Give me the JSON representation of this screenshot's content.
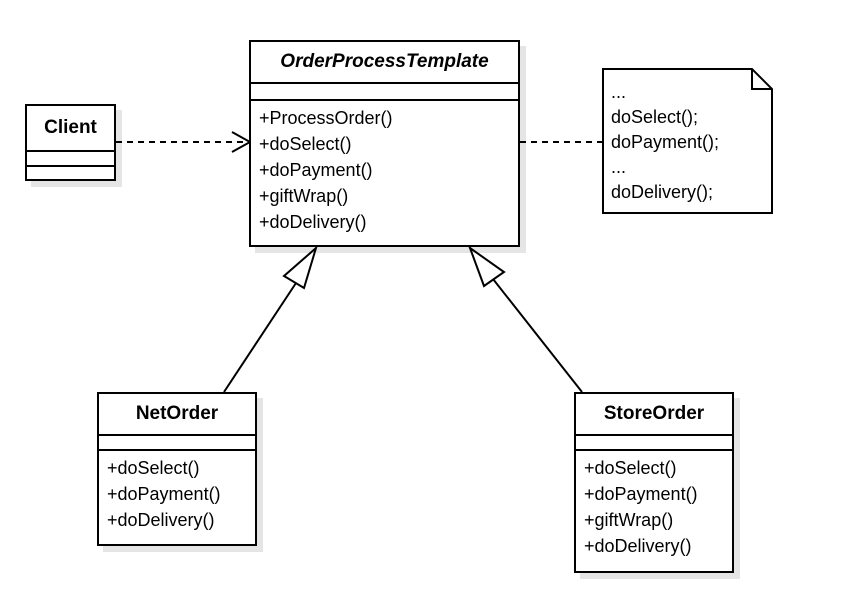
{
  "diagram": {
    "classes": {
      "order_process_template": {
        "name": "OrderProcessTemplate",
        "operations": [
          "+ProcessOrder()",
          "+doSelect()",
          "+doPayment()",
          "+giftWrap()",
          "+doDelivery()"
        ]
      },
      "client": {
        "name": "Client",
        "operations": []
      },
      "net_order": {
        "name": "NetOrder",
        "operations": [
          "+doSelect()",
          "+doPayment()",
          "+doDelivery()"
        ]
      },
      "store_order": {
        "name": "StoreOrder",
        "operations": [
          "+doSelect()",
          "+doPayment()",
          "+giftWrap()",
          "+doDelivery()"
        ]
      }
    },
    "note": {
      "lines": [
        "...",
        "doSelect();",
        "doPayment();",
        "...",
        "doDelivery();"
      ]
    },
    "relations": [
      {
        "type": "dependency",
        "from": "Client",
        "to": "OrderProcessTemplate"
      },
      {
        "type": "generalization",
        "from": "NetOrder",
        "to": "OrderProcessTemplate"
      },
      {
        "type": "generalization",
        "from": "StoreOrder",
        "to": "OrderProcessTemplate"
      },
      {
        "type": "note-anchor",
        "from": "note",
        "to": "OrderProcessTemplate"
      }
    ]
  }
}
